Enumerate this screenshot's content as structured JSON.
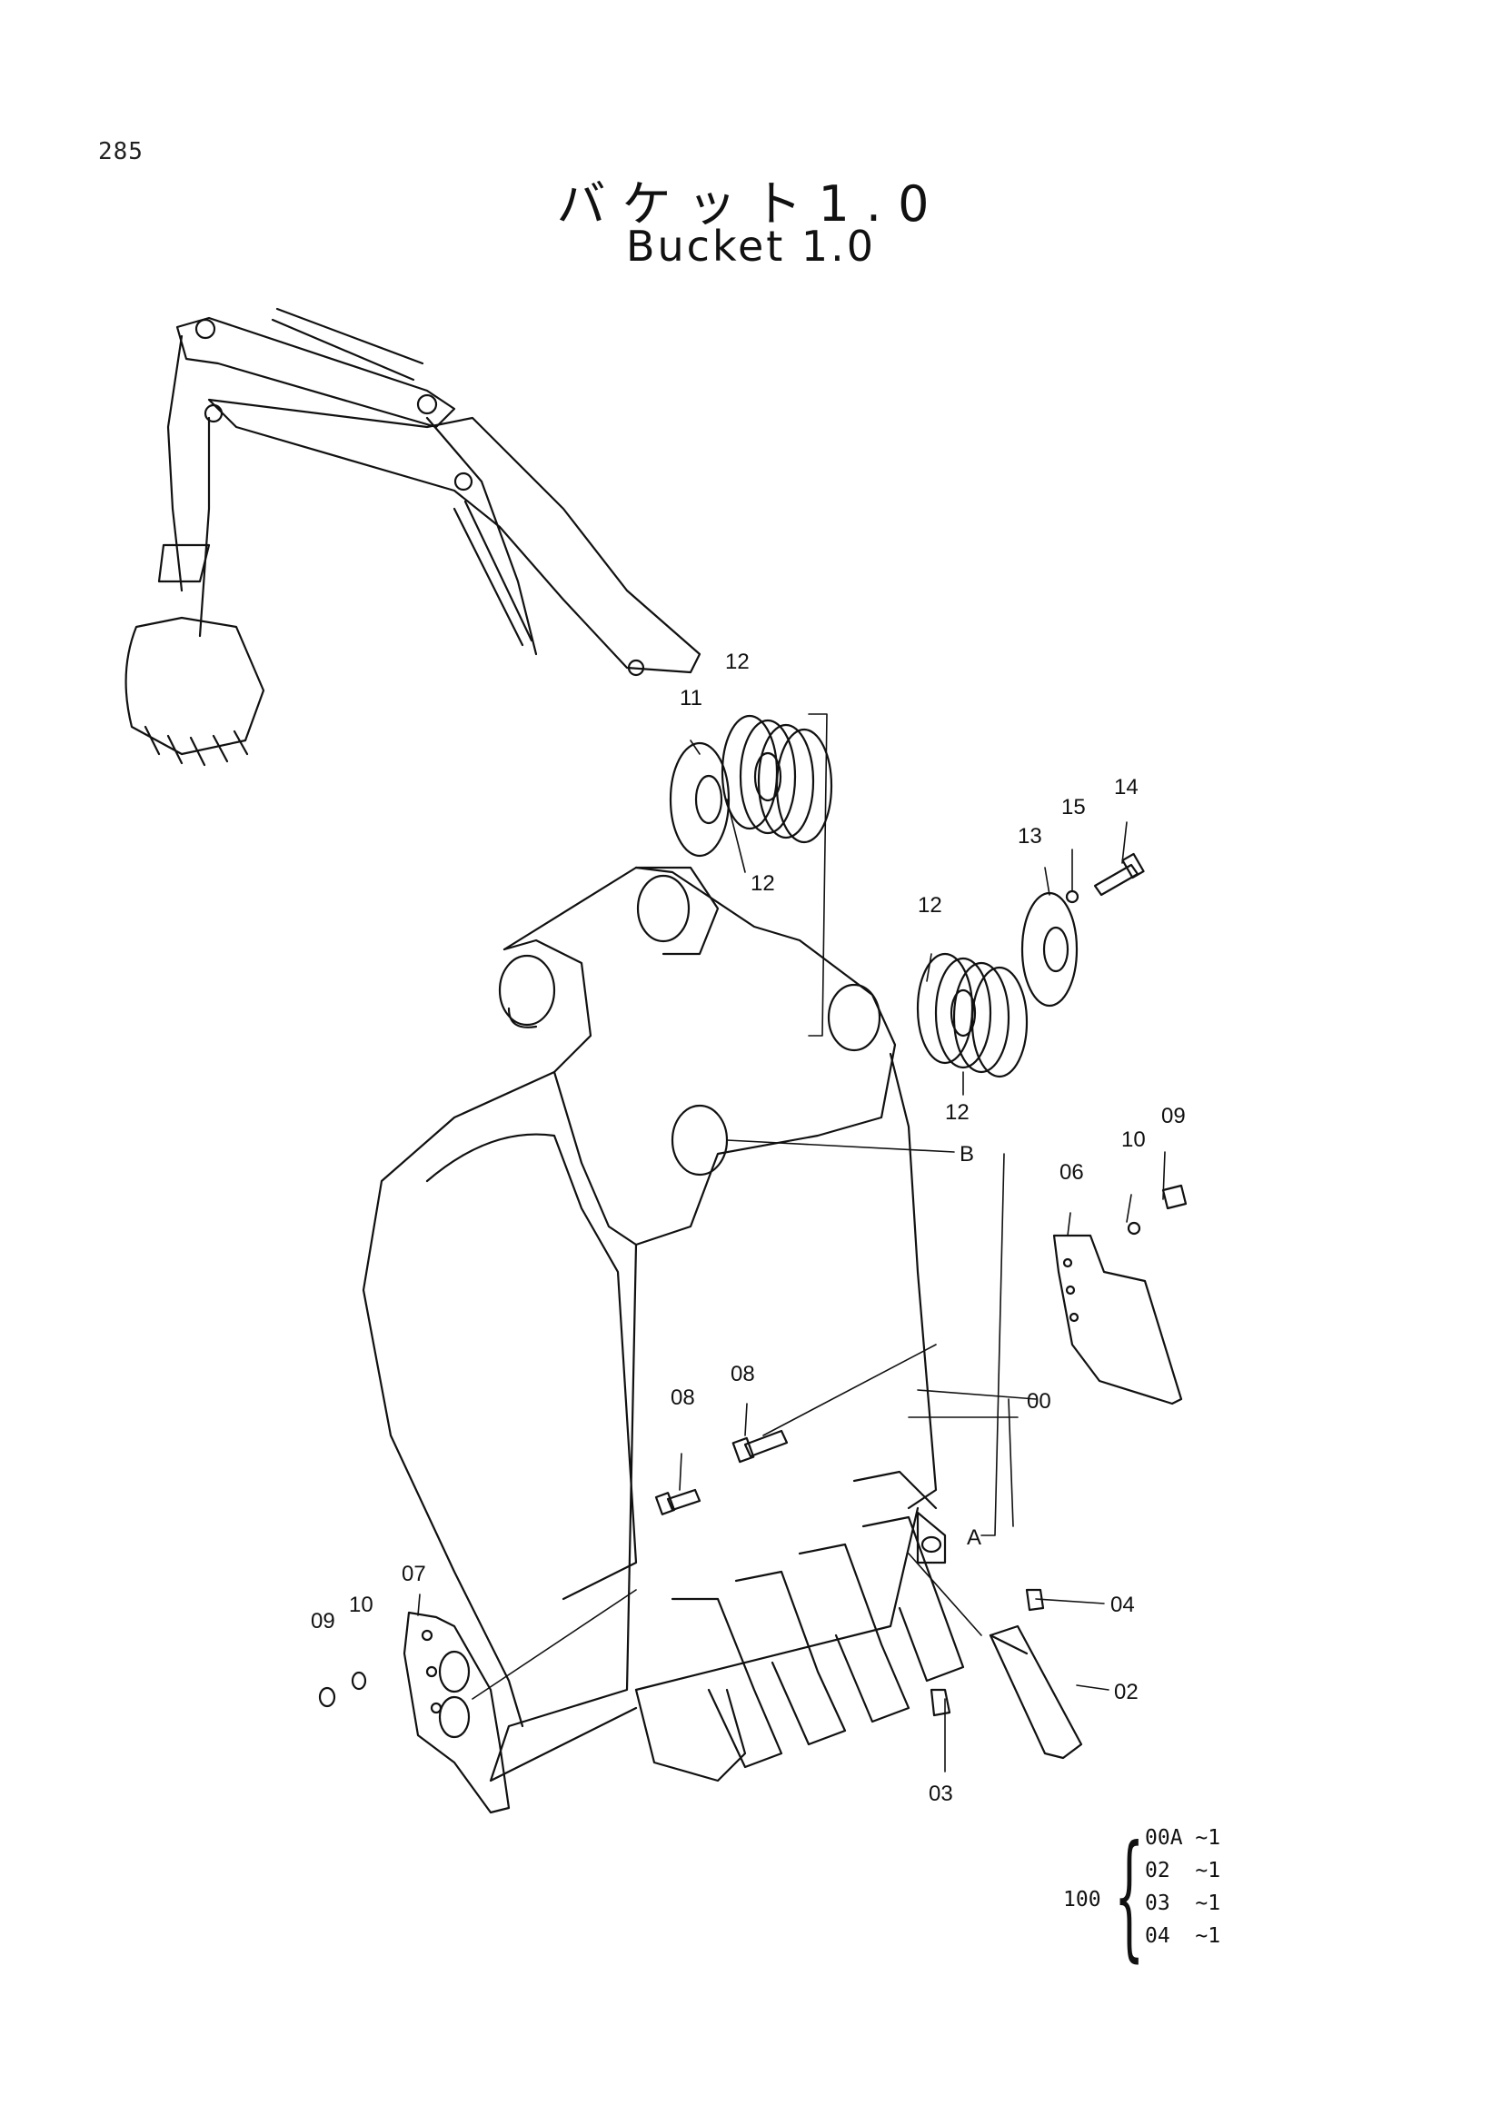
{
  "page_number": "285",
  "title_jp": "バケット1.0",
  "title_en": "Bucket 1.0",
  "callouts": [
    {
      "id": "c11",
      "text": "11"
    },
    {
      "id": "c12a",
      "text": "12"
    },
    {
      "id": "c12b",
      "text": "12"
    },
    {
      "id": "c12c",
      "text": "12"
    },
    {
      "id": "c12d",
      "text": "12"
    },
    {
      "id": "c13",
      "text": "13"
    },
    {
      "id": "c14",
      "text": "14"
    },
    {
      "id": "c15",
      "text": "15"
    },
    {
      "id": "cB",
      "text": "B"
    },
    {
      "id": "c06",
      "text": "06"
    },
    {
      "id": "c10a",
      "text": "10"
    },
    {
      "id": "c09a",
      "text": "09"
    },
    {
      "id": "c08a",
      "text": "08"
    },
    {
      "id": "c08b",
      "text": "08"
    },
    {
      "id": "c00",
      "text": "00"
    },
    {
      "id": "cA",
      "text": "A"
    },
    {
      "id": "c07",
      "text": "07"
    },
    {
      "id": "c10b",
      "text": "10"
    },
    {
      "id": "c09b",
      "text": "09"
    },
    {
      "id": "c04",
      "text": "04"
    },
    {
      "id": "c02",
      "text": "02"
    },
    {
      "id": "c03",
      "text": "03"
    }
  ],
  "kit": {
    "parent": "100",
    "rows": [
      {
        "part": "00A",
        "qty": "~1"
      },
      {
        "part": "02",
        "qty": "~1"
      },
      {
        "part": "03",
        "qty": "~1"
      },
      {
        "part": "04",
        "qty": "~1"
      }
    ]
  }
}
